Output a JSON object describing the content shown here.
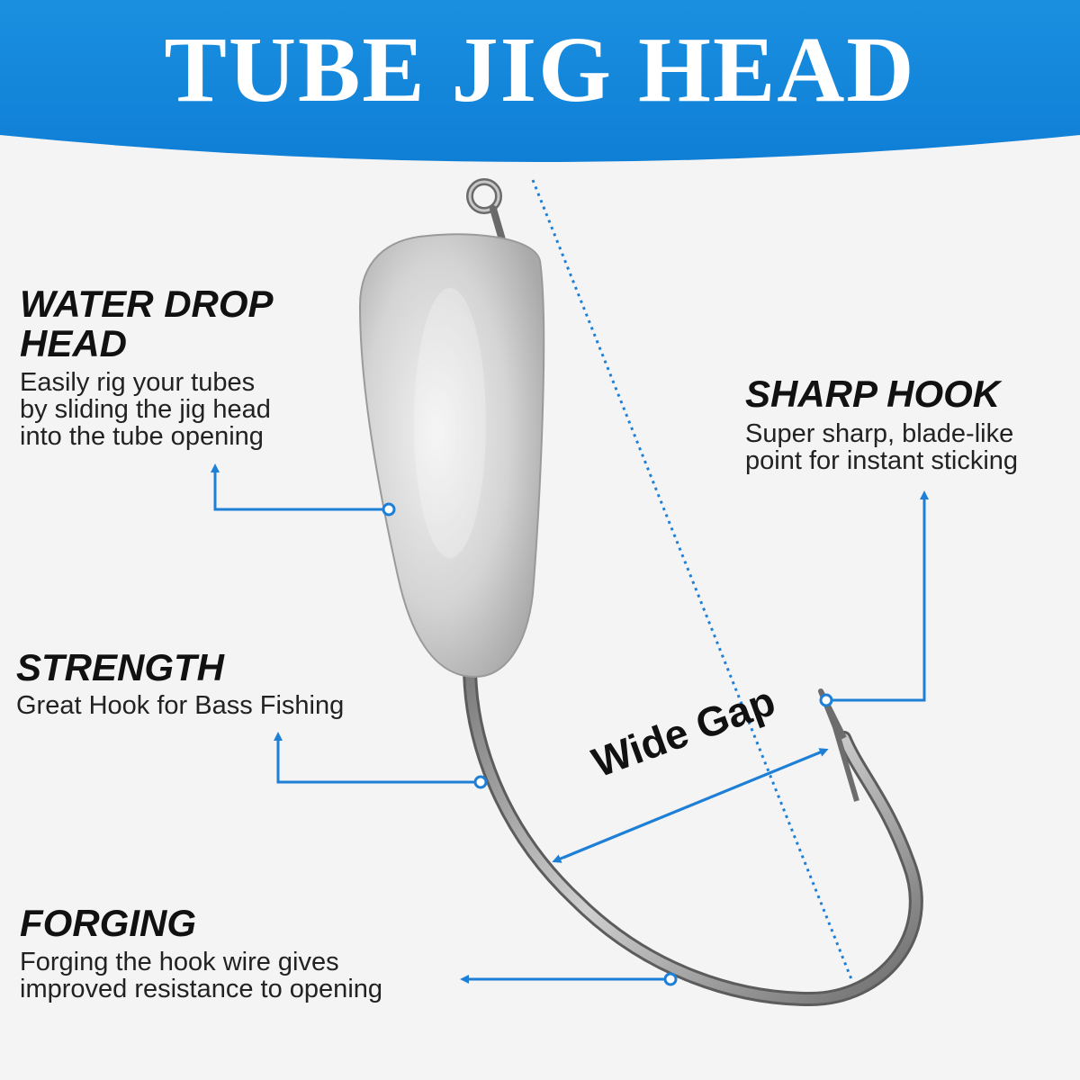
{
  "header": {
    "title": "TUBE JIG HEAD"
  },
  "features": {
    "water_drop": {
      "title_line1": "WATER DROP",
      "title_line2": "HEAD",
      "desc_line1": "Easily rig your tubes",
      "desc_line2": "by sliding the jig head",
      "desc_line3": "into the tube opening"
    },
    "sharp_hook": {
      "title": "SHARP HOOK",
      "desc_line1": "Super sharp, blade-like",
      "desc_line2": "point for instant sticking"
    },
    "strength": {
      "title": "STRENGTH",
      "desc_line1": "Great Hook for Bass Fishing"
    },
    "forging": {
      "title": "FORGING",
      "desc_line1": "Forging the hook wire gives",
      "desc_line2": "improved resistance to opening"
    }
  },
  "gap_label": "Wide Gap",
  "colors": {
    "header_blue": "#1a8fe0",
    "accent_blue": "#1e7fd6",
    "background": "#f4f4f5",
    "text": "#111111"
  }
}
